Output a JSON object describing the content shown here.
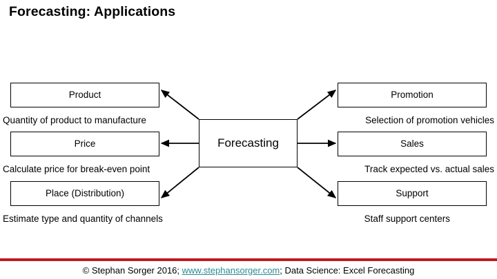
{
  "slide": {
    "title": "Forecasting: Applications"
  },
  "diagram": {
    "center": {
      "label": "Forecasting"
    },
    "left_nodes": [
      {
        "label": "Product",
        "caption": "Quantity of product to manufacture"
      },
      {
        "label": "Price",
        "caption": "Calculate price for break-even point"
      },
      {
        "label": "Place (Distribution)",
        "caption": "Estimate type and quantity of channels"
      }
    ],
    "right_nodes": [
      {
        "label": "Promotion",
        "caption": "Selection of promotion vehicles"
      },
      {
        "label": "Sales",
        "caption": "Track expected vs. actual sales"
      },
      {
        "label": "Support",
        "caption": "Staff support centers"
      }
    ]
  },
  "footer": {
    "prefix": "© Stephan Sorger 2016; ",
    "link": "www.stephansorger.com",
    "suffix": "; Data Science: Excel Forecasting"
  },
  "colors": {
    "rule": "#c0191c",
    "link": "#2a8a8f",
    "stroke": "#000000",
    "background": "#ffffff"
  }
}
